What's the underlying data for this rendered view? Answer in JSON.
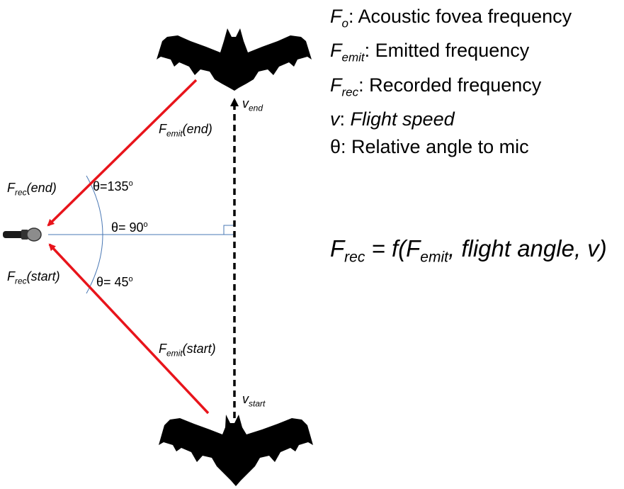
{
  "legend": {
    "fo": {
      "sym": "F",
      "sub": "o",
      "text": ": Acoustic fovea frequency"
    },
    "femit": {
      "sym": "F",
      "sub": "emit",
      "text": ": Emitted frequency"
    },
    "frec": {
      "sym": "F",
      "sub": "rec",
      "text": ": Recorded frequency"
    },
    "v": {
      "sym": "v",
      "sep": ": ",
      "text": "Flight speed"
    },
    "theta": {
      "text": "θ: Relative angle to mic"
    }
  },
  "labels": {
    "femit_end": {
      "sym": "F",
      "sub": "emit",
      "rest": "(end)"
    },
    "femit_start": {
      "sym": "F",
      "sub": "emit",
      "rest": "(start)"
    },
    "frec_end": {
      "sym": "F",
      "sub": "rec",
      "rest": "(end)"
    },
    "frec_start": {
      "sym": "F",
      "sub": "rec",
      "rest": "(start)"
    },
    "v_end": {
      "sym": "v",
      "sub": "end"
    },
    "v_start": {
      "sym": "v",
      "sub": "start"
    },
    "theta135": {
      "text": "θ=135",
      "deg": "o"
    },
    "theta90": {
      "text": "θ= 90",
      "deg": "o"
    },
    "theta45": {
      "text": "θ= 45",
      "deg": "o"
    }
  },
  "formula": {
    "lhs": "F",
    "lhs_sub": "rec",
    "eq": " = f(F",
    "emit_sub": "emit",
    "rest": ", flight angle, v)"
  },
  "colors": {
    "emission_arrow": "#e8141b",
    "angle_arc": "#4a78b4",
    "bat": "#000000"
  },
  "icons": [
    "bat-icon",
    "microphone-icon"
  ]
}
